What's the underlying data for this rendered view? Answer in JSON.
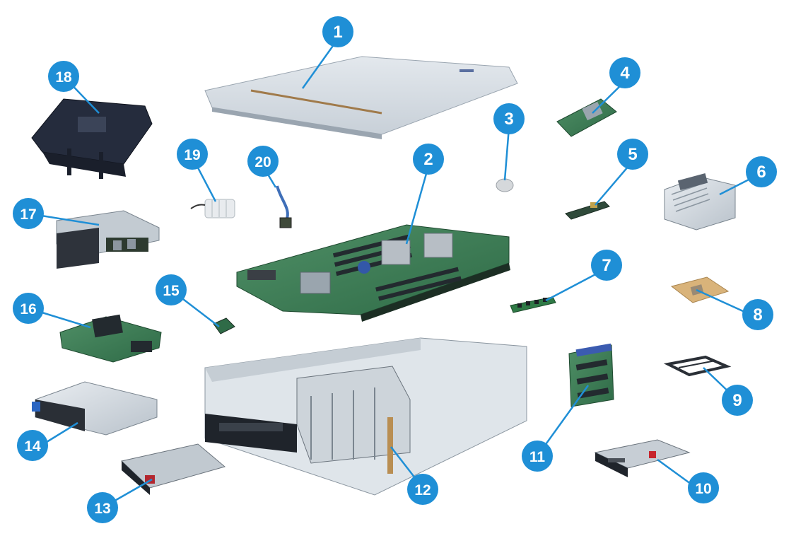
{
  "diagram": {
    "type": "exploded-parts-view",
    "accent_color": "#1f8fd6",
    "leader_color": "#1f8fd6",
    "callouts": [
      {
        "id": "c1",
        "label": "1",
        "part_icon": "top-cover-icon"
      },
      {
        "id": "c2",
        "label": "2",
        "part_icon": "system-board-icon"
      },
      {
        "id": "c3",
        "label": "3",
        "part_icon": "coin-battery-icon"
      },
      {
        "id": "c4",
        "label": "4",
        "part_icon": "network-card-icon"
      },
      {
        "id": "c5",
        "label": "5",
        "part_icon": "storage-module-icon"
      },
      {
        "id": "c6",
        "label": "6",
        "part_icon": "heatsink-icon"
      },
      {
        "id": "c7",
        "label": "7",
        "part_icon": "memory-dimm-icon"
      },
      {
        "id": "c8",
        "label": "8",
        "part_icon": "processor-icon"
      },
      {
        "id": "c9",
        "label": "9",
        "part_icon": "processor-carrier-icon"
      },
      {
        "id": "c10",
        "label": "10",
        "part_icon": "sff-drive-icon"
      },
      {
        "id": "c11",
        "label": "11",
        "part_icon": "drive-backplane-icon"
      },
      {
        "id": "c12",
        "label": "12",
        "part_icon": "chassis-icon"
      },
      {
        "id": "c13",
        "label": "13",
        "part_icon": "hard-drive-icon"
      },
      {
        "id": "c14",
        "label": "14",
        "part_icon": "drive-cage-icon"
      },
      {
        "id": "c15",
        "label": "15",
        "part_icon": "small-module-icon"
      },
      {
        "id": "c16",
        "label": "16",
        "part_icon": "controller-board-icon"
      },
      {
        "id": "c17",
        "label": "17",
        "part_icon": "riser-cage-icon"
      },
      {
        "id": "c18",
        "label": "18",
        "part_icon": "air-baffle-icon"
      },
      {
        "id": "c19",
        "label": "19",
        "part_icon": "battery-pack-icon"
      },
      {
        "id": "c20",
        "label": "20",
        "part_icon": "cable-module-icon"
      }
    ]
  }
}
